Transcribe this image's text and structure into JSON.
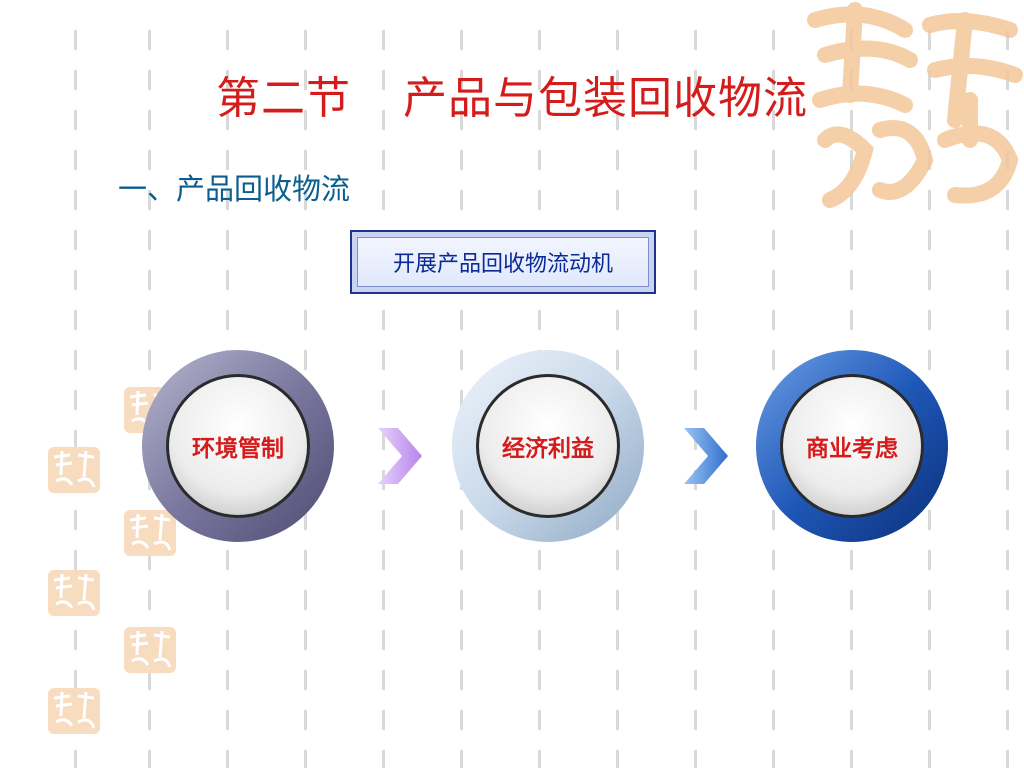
{
  "slide": {
    "title_part1": "第二节",
    "title_part2": "产品与包装回收物流",
    "subtitle": "一、产品回收物流",
    "motive_box": "开展产品回收物流动机",
    "nodes": [
      {
        "label": "环境管制"
      },
      {
        "label": "经济利益"
      },
      {
        "label": "商业考虑"
      }
    ],
    "arrows": [
      "chevron-right-icon",
      "chevron-right-icon"
    ]
  },
  "decor": {
    "seal_name": "seal-stamp-icon",
    "seal_color": "#f3c79a"
  },
  "colors": {
    "title": "#d41c1c",
    "subtitle": "#0b5e8e",
    "box_border": "#20338a",
    "box_text": "#0a2a96",
    "node_label": "#d41c1c",
    "arrow_1": "#c69cf0",
    "arrow_2": "#3f7fd6"
  }
}
